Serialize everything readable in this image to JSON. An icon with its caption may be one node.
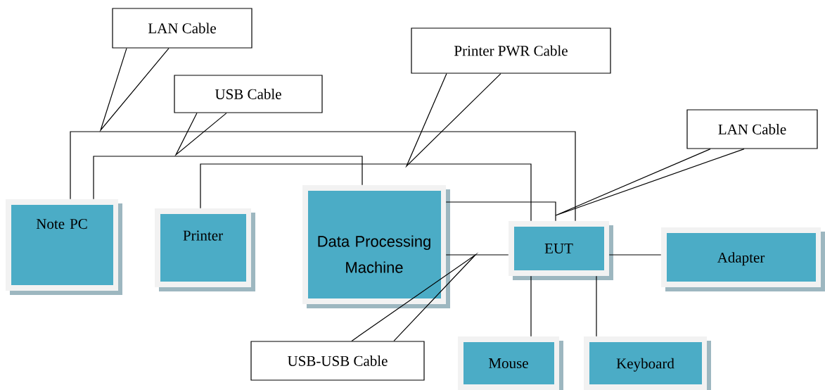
{
  "diagram": {
    "nodes": [
      {
        "text": [
          "Note PC"
        ]
      },
      {
        "text": [
          "Printer"
        ]
      },
      {
        "text": [
          "Data Processing Machine"
        ]
      },
      {
        "text": [
          "EUT"
        ]
      },
      {
        "text": [
          "Adapter"
        ]
      },
      {
        "text": [
          "Mouse"
        ]
      },
      {
        "text": [
          "Keyboard"
        ]
      },
      {
        "text": [
          "LAN Cable"
        ]
      },
      {
        "text": [
          "USB Cable"
        ]
      },
      {
        "text": [
          "Printer PWR Cable"
        ]
      },
      {
        "text": [
          "LAN Cable"
        ]
      },
      {
        "text": [
          "USB-USB Cable"
        ]
      }
    ],
    "edges": [
      {
        "from": 0,
        "to": 3,
        "arrow": "none"
      },
      {
        "from": 0,
        "to": 2,
        "arrow": "none"
      },
      {
        "from": 1,
        "to": 3,
        "arrow": "none"
      },
      {
        "from": 2,
        "to": 3,
        "arrow": "none"
      },
      {
        "from": 2,
        "to": 3,
        "arrow": "none"
      },
      {
        "from": 3,
        "to": 4,
        "arrow": "none"
      },
      {
        "from": 3,
        "to": 5,
        "arrow": "none"
      },
      {
        "from": 3,
        "to": 6,
        "arrow": "none"
      },
      {
        "from": 7,
        "to": null,
        "arrow": "none"
      },
      {
        "from": 8,
        "to": null,
        "arrow": "none"
      },
      {
        "from": 9,
        "to": null,
        "arrow": "none"
      },
      {
        "from": 10,
        "to": null,
        "arrow": "none"
      },
      {
        "from": 11,
        "to": null,
        "arrow": "none"
      }
    ]
  }
}
